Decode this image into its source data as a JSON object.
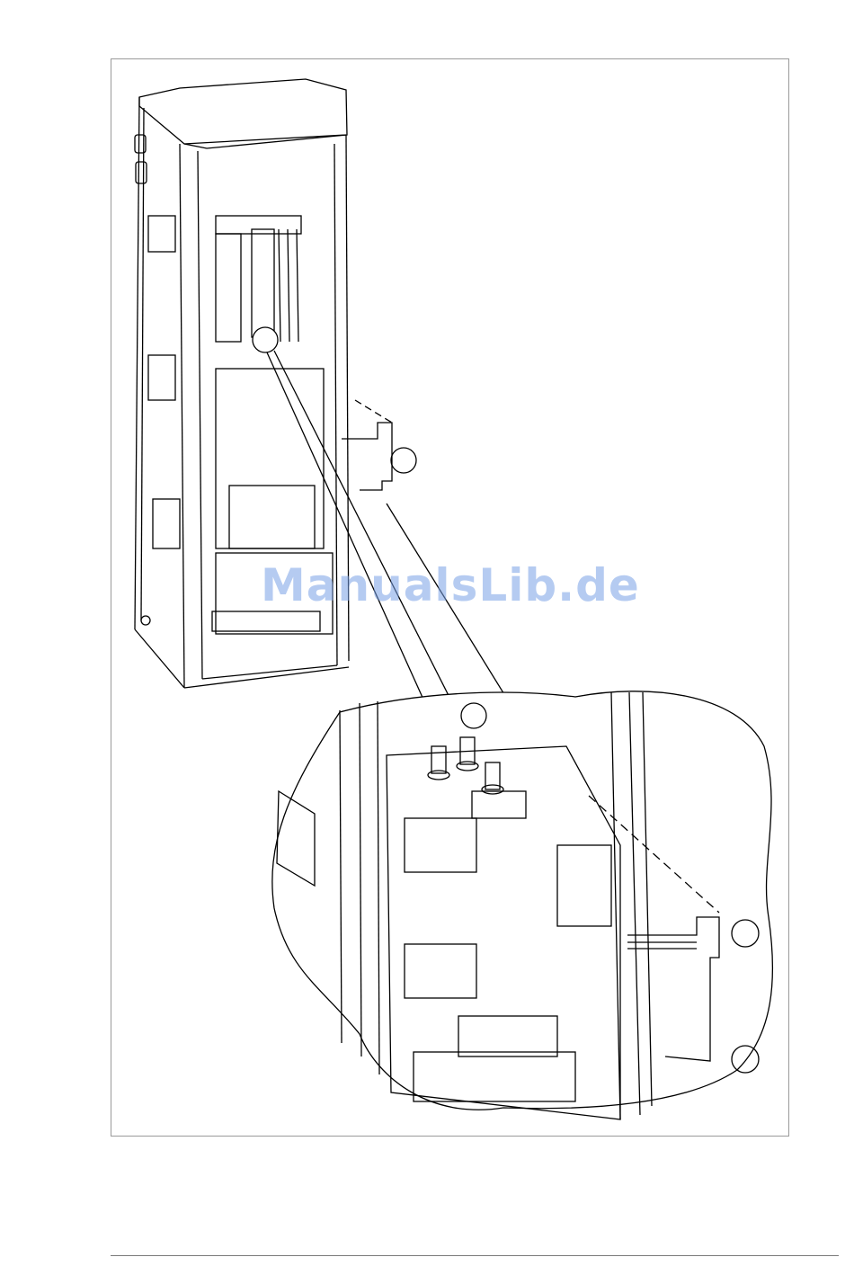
{
  "document": {
    "watermark": "ManualsLib.de"
  },
  "figure": {
    "main_drawing": "cabinet-isometric-illustration",
    "detail_drawing": "busbar-and-bracket-detail-illustration",
    "callouts": [
      "",
      "",
      "",
      ""
    ]
  }
}
